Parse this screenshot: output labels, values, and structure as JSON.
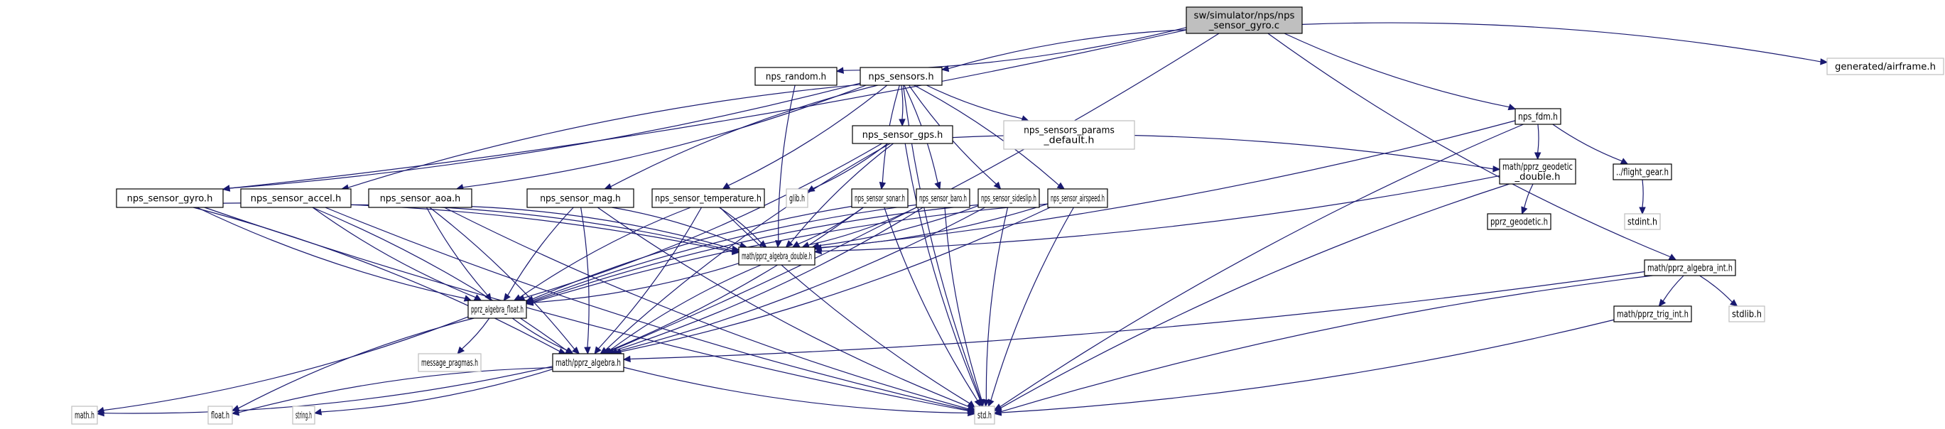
{
  "diagram": {
    "title": "Include dependency graph for nps_sensor_gyro.c",
    "colors": {
      "edge": "#191970",
      "root_fill": "#bfbfbf",
      "documented_border": "#000000",
      "external_border": "#bfbfbf",
      "node_fill": "#ffffff"
    },
    "nodes": [
      {
        "id": "root",
        "lines": [
          "sw/simulator/nps/nps",
          "_sensor_gyro.c"
        ],
        "kind": "root"
      },
      {
        "id": "nps_random",
        "lines": [
          "nps_random.h"
        ],
        "kind": "doc"
      },
      {
        "id": "nps_sensors",
        "lines": [
          "nps_sensors.h"
        ],
        "kind": "doc"
      },
      {
        "id": "airframe",
        "lines": [
          "generated/airframe.h"
        ],
        "kind": "ext"
      },
      {
        "id": "nps_fdm",
        "lines": [
          "nps_fdm.h"
        ],
        "kind": "doc"
      },
      {
        "id": "nps_sensor_gps",
        "lines": [
          "nps_sensor_gps.h"
        ],
        "kind": "doc"
      },
      {
        "id": "params_default",
        "lines": [
          "nps_sensors_params",
          "_default.h"
        ],
        "kind": "ext"
      },
      {
        "id": "gyro",
        "lines": [
          "nps_sensor_gyro.h"
        ],
        "kind": "doc"
      },
      {
        "id": "accel",
        "lines": [
          "nps_sensor_accel.h"
        ],
        "kind": "doc"
      },
      {
        "id": "aoa",
        "lines": [
          "nps_sensor_aoa.h"
        ],
        "kind": "doc"
      },
      {
        "id": "mag",
        "lines": [
          "nps_sensor_mag.h"
        ],
        "kind": "doc"
      },
      {
        "id": "temperature",
        "lines": [
          "nps_sensor_temperature.h"
        ],
        "kind": "doc"
      },
      {
        "id": "glib",
        "lines": [
          "glib.h"
        ],
        "kind": "ext"
      },
      {
        "id": "sonar",
        "lines": [
          "nps_sensor_sonar.h"
        ],
        "kind": "doc"
      },
      {
        "id": "baro",
        "lines": [
          "nps_sensor_baro.h"
        ],
        "kind": "doc"
      },
      {
        "id": "sideslip",
        "lines": [
          "nps_sensor_sideslip.h"
        ],
        "kind": "doc"
      },
      {
        "id": "airspeed",
        "lines": [
          "nps_sensor_airspeed.h"
        ],
        "kind": "doc"
      },
      {
        "id": "geodetic_double",
        "lines": [
          "math/pprz_geodetic",
          "_double.h"
        ],
        "kind": "doc"
      },
      {
        "id": "flight_gear",
        "lines": [
          "../flight_gear.h"
        ],
        "kind": "doc"
      },
      {
        "id": "stdint",
        "lines": [
          "stdint.h"
        ],
        "kind": "ext"
      },
      {
        "id": "pprz_geodetic",
        "lines": [
          "pprz_geodetic.h"
        ],
        "kind": "doc"
      },
      {
        "id": "algebra_double",
        "lines": [
          "math/pprz_algebra_double.h"
        ],
        "kind": "doc"
      },
      {
        "id": "algebra_float",
        "lines": [
          "pprz_algebra_float.h"
        ],
        "kind": "doc"
      },
      {
        "id": "algebra_int",
        "lines": [
          "math/pprz_algebra_int.h"
        ],
        "kind": "doc"
      },
      {
        "id": "message_pragmas",
        "lines": [
          "message_pragmas.h"
        ],
        "kind": "ext"
      },
      {
        "id": "algebra",
        "lines": [
          "math/pprz_algebra.h"
        ],
        "kind": "doc"
      },
      {
        "id": "trig_int",
        "lines": [
          "math/pprz_trig_int.h"
        ],
        "kind": "doc"
      },
      {
        "id": "stdlib",
        "lines": [
          "stdlib.h"
        ],
        "kind": "ext"
      },
      {
        "id": "math",
        "lines": [
          "math.h"
        ],
        "kind": "ext"
      },
      {
        "id": "float",
        "lines": [
          "float.h"
        ],
        "kind": "ext"
      },
      {
        "id": "string",
        "lines": [
          "string.h"
        ],
        "kind": "ext"
      },
      {
        "id": "std",
        "lines": [
          "std.h"
        ],
        "kind": "ext"
      }
    ],
    "edges": [
      [
        "root",
        "nps_random"
      ],
      [
        "root",
        "nps_sensors"
      ],
      [
        "root",
        "airframe"
      ],
      [
        "root",
        "nps_fdm"
      ],
      [
        "root",
        "gyro"
      ],
      [
        "root",
        "algebra_int"
      ],
      [
        "root",
        "algebra"
      ],
      [
        "nps_random",
        "algebra_double"
      ],
      [
        "nps_sensors",
        "nps_sensor_gps"
      ],
      [
        "nps_sensors",
        "params_default"
      ],
      [
        "nps_sensors",
        "gyro"
      ],
      [
        "nps_sensors",
        "accel"
      ],
      [
        "nps_sensors",
        "aoa"
      ],
      [
        "nps_sensors",
        "mag"
      ],
      [
        "nps_sensors",
        "temperature"
      ],
      [
        "nps_sensors",
        "sonar"
      ],
      [
        "nps_sensors",
        "baro"
      ],
      [
        "nps_sensors",
        "sideslip"
      ],
      [
        "nps_sensors",
        "airspeed"
      ],
      [
        "nps_sensors",
        "std"
      ],
      [
        "nps_sensor_gps",
        "glib"
      ],
      [
        "nps_sensor_gps",
        "algebra_double"
      ],
      [
        "nps_sensor_gps",
        "algebra_float"
      ],
      [
        "nps_sensor_gps",
        "algebra"
      ],
      [
        "nps_sensor_gps",
        "geodetic_double"
      ],
      [
        "nps_sensor_gps",
        "std"
      ],
      [
        "nps_fdm",
        "geodetic_double"
      ],
      [
        "nps_fdm",
        "flight_gear"
      ],
      [
        "nps_fdm",
        "algebra_double"
      ],
      [
        "nps_fdm",
        "std"
      ],
      [
        "flight_gear",
        "stdint"
      ],
      [
        "geodetic_double",
        "pprz_geodetic"
      ],
      [
        "geodetic_double",
        "algebra_double"
      ],
      [
        "geodetic_double",
        "std"
      ],
      [
        "gyro",
        "algebra_double"
      ],
      [
        "gyro",
        "algebra_float"
      ],
      [
        "gyro",
        "algebra"
      ],
      [
        "gyro",
        "std"
      ],
      [
        "accel",
        "algebra_double"
      ],
      [
        "accel",
        "algebra_float"
      ],
      [
        "accel",
        "algebra"
      ],
      [
        "accel",
        "std"
      ],
      [
        "aoa",
        "algebra_double"
      ],
      [
        "aoa",
        "algebra_float"
      ],
      [
        "aoa",
        "algebra"
      ],
      [
        "aoa",
        "std"
      ],
      [
        "mag",
        "algebra_double"
      ],
      [
        "mag",
        "algebra_float"
      ],
      [
        "mag",
        "algebra"
      ],
      [
        "mag",
        "std"
      ],
      [
        "temperature",
        "algebra_double"
      ],
      [
        "temperature",
        "algebra_float"
      ],
      [
        "temperature",
        "algebra"
      ],
      [
        "temperature",
        "std"
      ],
      [
        "sonar",
        "algebra_double"
      ],
      [
        "sonar",
        "algebra_float"
      ],
      [
        "sonar",
        "algebra"
      ],
      [
        "sonar",
        "std"
      ],
      [
        "baro",
        "algebra_double"
      ],
      [
        "baro",
        "algebra_float"
      ],
      [
        "baro",
        "algebra"
      ],
      [
        "baro",
        "std"
      ],
      [
        "sideslip",
        "algebra_double"
      ],
      [
        "sideslip",
        "algebra_float"
      ],
      [
        "sideslip",
        "algebra"
      ],
      [
        "sideslip",
        "std"
      ],
      [
        "airspeed",
        "algebra_double"
      ],
      [
        "airspeed",
        "algebra_float"
      ],
      [
        "airspeed",
        "algebra"
      ],
      [
        "airspeed",
        "std"
      ],
      [
        "algebra_double",
        "algebra_float"
      ],
      [
        "algebra_double",
        "algebra"
      ],
      [
        "algebra_float",
        "message_pragmas"
      ],
      [
        "algebra_float",
        "algebra"
      ],
      [
        "algebra_float",
        "math"
      ],
      [
        "algebra_float",
        "float"
      ],
      [
        "algebra",
        "math"
      ],
      [
        "algebra",
        "float"
      ],
      [
        "algebra",
        "string"
      ],
      [
        "algebra",
        "std"
      ],
      [
        "algebra_int",
        "algebra"
      ],
      [
        "algebra_int",
        "trig_int"
      ],
      [
        "algebra_int",
        "stdlib"
      ],
      [
        "algebra_int",
        "std"
      ],
      [
        "trig_int",
        "std"
      ]
    ]
  }
}
